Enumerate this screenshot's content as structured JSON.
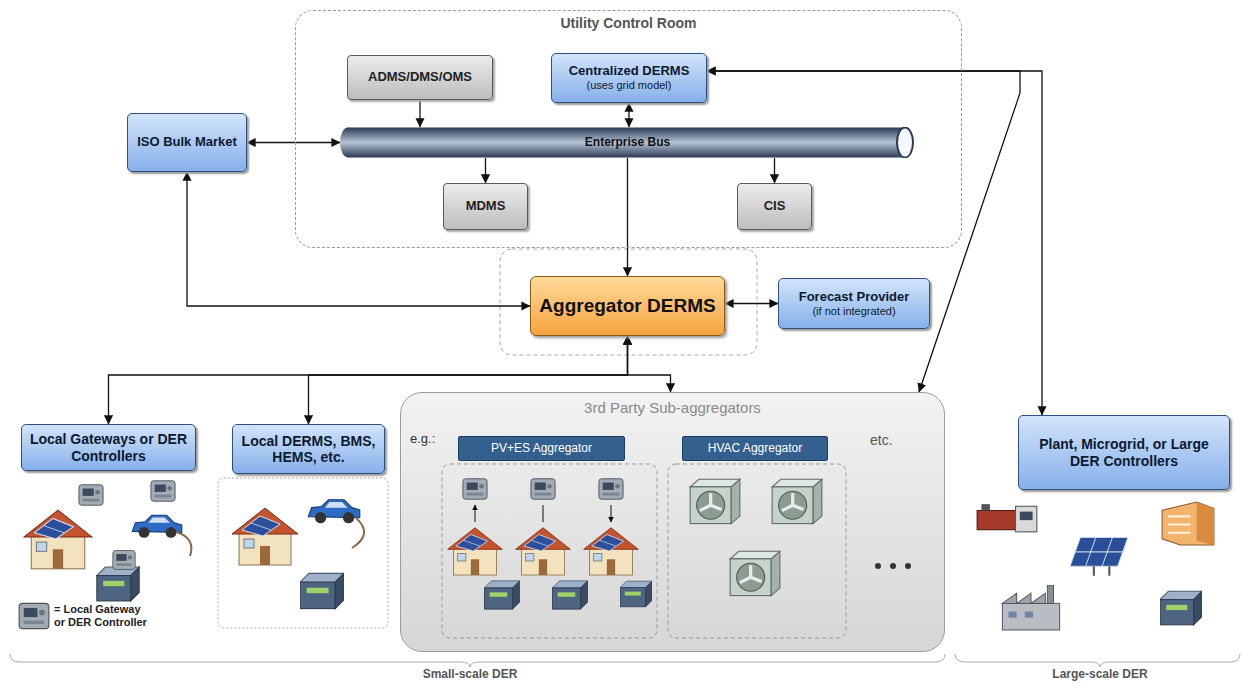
{
  "diagram": {
    "nodes": [
      {
        "text": [
          "Utility Control Room"
        ]
      },
      {
        "text": [
          "ADMS/DMS/OMS"
        ],
        "in": 0
      },
      {
        "text": [
          "Centralized DERMS",
          "(uses grid model)"
        ],
        "in": 0
      },
      {
        "text": [
          "Enterprise Bus"
        ],
        "in": 0
      },
      {
        "text": [
          "MDMS"
        ],
        "in": 0
      },
      {
        "text": [
          "CIS"
        ],
        "in": 0
      },
      {
        "text": [
          "ISO Bulk Market"
        ]
      },
      {
        "text": [
          "Aggregator DERMS"
        ]
      },
      {
        "text": [
          "Forecast Provider",
          "(if not integrated)"
        ]
      },
      {
        "text": [
          "Local Gateways or DER Controllers"
        ]
      },
      {
        "text": [
          "Local DERMS, BMS, HEMS, etc."
        ]
      },
      {
        "text": [
          "3rd Party Sub-aggregators"
        ]
      },
      {
        "text": [
          "PV+ES Aggregator"
        ],
        "in": 11
      },
      {
        "text": [
          "HVAC Aggregator"
        ],
        "in": 11
      },
      {
        "text": [
          "Plant, Microgrid, or Large DER Controllers"
        ]
      }
    ],
    "edges": [
      {
        "from": 1,
        "to": 3,
        "arrow": "to"
      },
      {
        "from": 2,
        "to": 3,
        "arrow": "both"
      },
      {
        "from": 3,
        "to": 4,
        "arrow": "to"
      },
      {
        "from": 3,
        "to": 5,
        "arrow": "to"
      },
      {
        "from": 6,
        "to": 3,
        "arrow": "both"
      },
      {
        "from": 3,
        "to": 7,
        "arrow": "to"
      },
      {
        "from": 6,
        "to": 7,
        "arrow": "both"
      },
      {
        "from": 7,
        "to": 9,
        "arrow": "both"
      },
      {
        "from": 7,
        "to": 10,
        "arrow": "both"
      },
      {
        "from": 7,
        "to": 11,
        "arrow": "both"
      },
      {
        "from": 7,
        "to": 8,
        "arrow": "both"
      },
      {
        "from": 2,
        "to": 11,
        "arrow": "both"
      },
      {
        "from": 2,
        "to": 14,
        "arrow": "both"
      }
    ],
    "labels": [
      "e.g.:",
      "etc.",
      "= Local Gateway or DER Controller",
      "Small-scale DER",
      "Large-scale DER"
    ]
  }
}
